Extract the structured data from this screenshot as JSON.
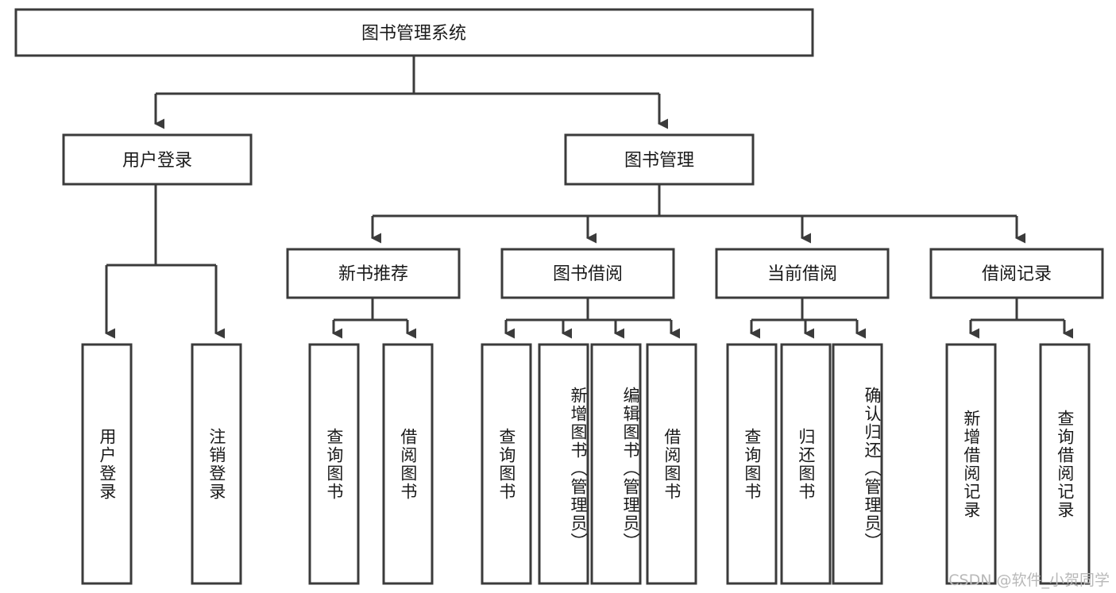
{
  "diagram": {
    "type": "hierarchy-tree",
    "title": "图书管理系统",
    "watermark": "CSDN @软件_小贺同学",
    "colors": {
      "box_stroke": "#3b3b3b",
      "box_fill": "#ffffff",
      "text": "#1a1a1a",
      "connector": "#3b3b3b",
      "watermark": "#b9b9b9",
      "background": "#ffffff"
    },
    "levels": [
      {
        "level": 1,
        "nodes": [
          {
            "id": "root",
            "label": "图书管理系统",
            "orientation": "horizontal"
          }
        ]
      },
      {
        "level": 2,
        "nodes": [
          {
            "id": "user-login",
            "label": "用户登录",
            "orientation": "horizontal",
            "parent": "root"
          },
          {
            "id": "book-manage",
            "label": "图书管理",
            "orientation": "horizontal",
            "parent": "root"
          }
        ]
      },
      {
        "level": 3,
        "nodes": [
          {
            "id": "new-book-rec",
            "label": "新书推荐",
            "orientation": "horizontal",
            "parent": "book-manage"
          },
          {
            "id": "book-borrow",
            "label": "图书借阅",
            "orientation": "horizontal",
            "parent": "book-manage"
          },
          {
            "id": "current-borrow",
            "label": "当前借阅",
            "orientation": "horizontal",
            "parent": "book-manage"
          },
          {
            "id": "borrow-record",
            "label": "借阅记录",
            "orientation": "horizontal",
            "parent": "book-manage"
          }
        ]
      },
      {
        "level": 4,
        "nodes": [
          {
            "id": "leaf-user-login",
            "label": "用户登录",
            "orientation": "vertical",
            "parent": "user-login"
          },
          {
            "id": "leaf-logout",
            "label": "注销登录",
            "orientation": "vertical",
            "parent": "user-login"
          },
          {
            "id": "leaf-query-book-1",
            "label": "查询图书",
            "orientation": "vertical",
            "parent": "new-book-rec"
          },
          {
            "id": "leaf-borrow-book-1",
            "label": "借阅图书",
            "orientation": "vertical",
            "parent": "new-book-rec"
          },
          {
            "id": "leaf-query-book-2",
            "label": "查询图书",
            "orientation": "vertical",
            "parent": "book-borrow"
          },
          {
            "id": "leaf-add-book",
            "label": "新增图书（管理员）",
            "orientation": "vertical",
            "parent": "book-borrow"
          },
          {
            "id": "leaf-edit-book",
            "label": "编辑图书（管理员）",
            "orientation": "vertical",
            "parent": "book-borrow"
          },
          {
            "id": "leaf-borrow-book-2",
            "label": "借阅图书",
            "orientation": "vertical",
            "parent": "book-borrow"
          },
          {
            "id": "leaf-query-book-3",
            "label": "查询图书",
            "orientation": "vertical",
            "parent": "current-borrow"
          },
          {
            "id": "leaf-return-book",
            "label": "归还图书",
            "orientation": "vertical",
            "parent": "current-borrow"
          },
          {
            "id": "leaf-confirm-return",
            "label": "确认归还（管理员）",
            "orientation": "vertical",
            "parent": "current-borrow"
          },
          {
            "id": "leaf-add-record",
            "label": "新增借阅记录",
            "orientation": "vertical",
            "parent": "borrow-record"
          },
          {
            "id": "leaf-query-record",
            "label": "查询借阅记录",
            "orientation": "vertical",
            "parent": "borrow-record"
          }
        ]
      }
    ]
  }
}
